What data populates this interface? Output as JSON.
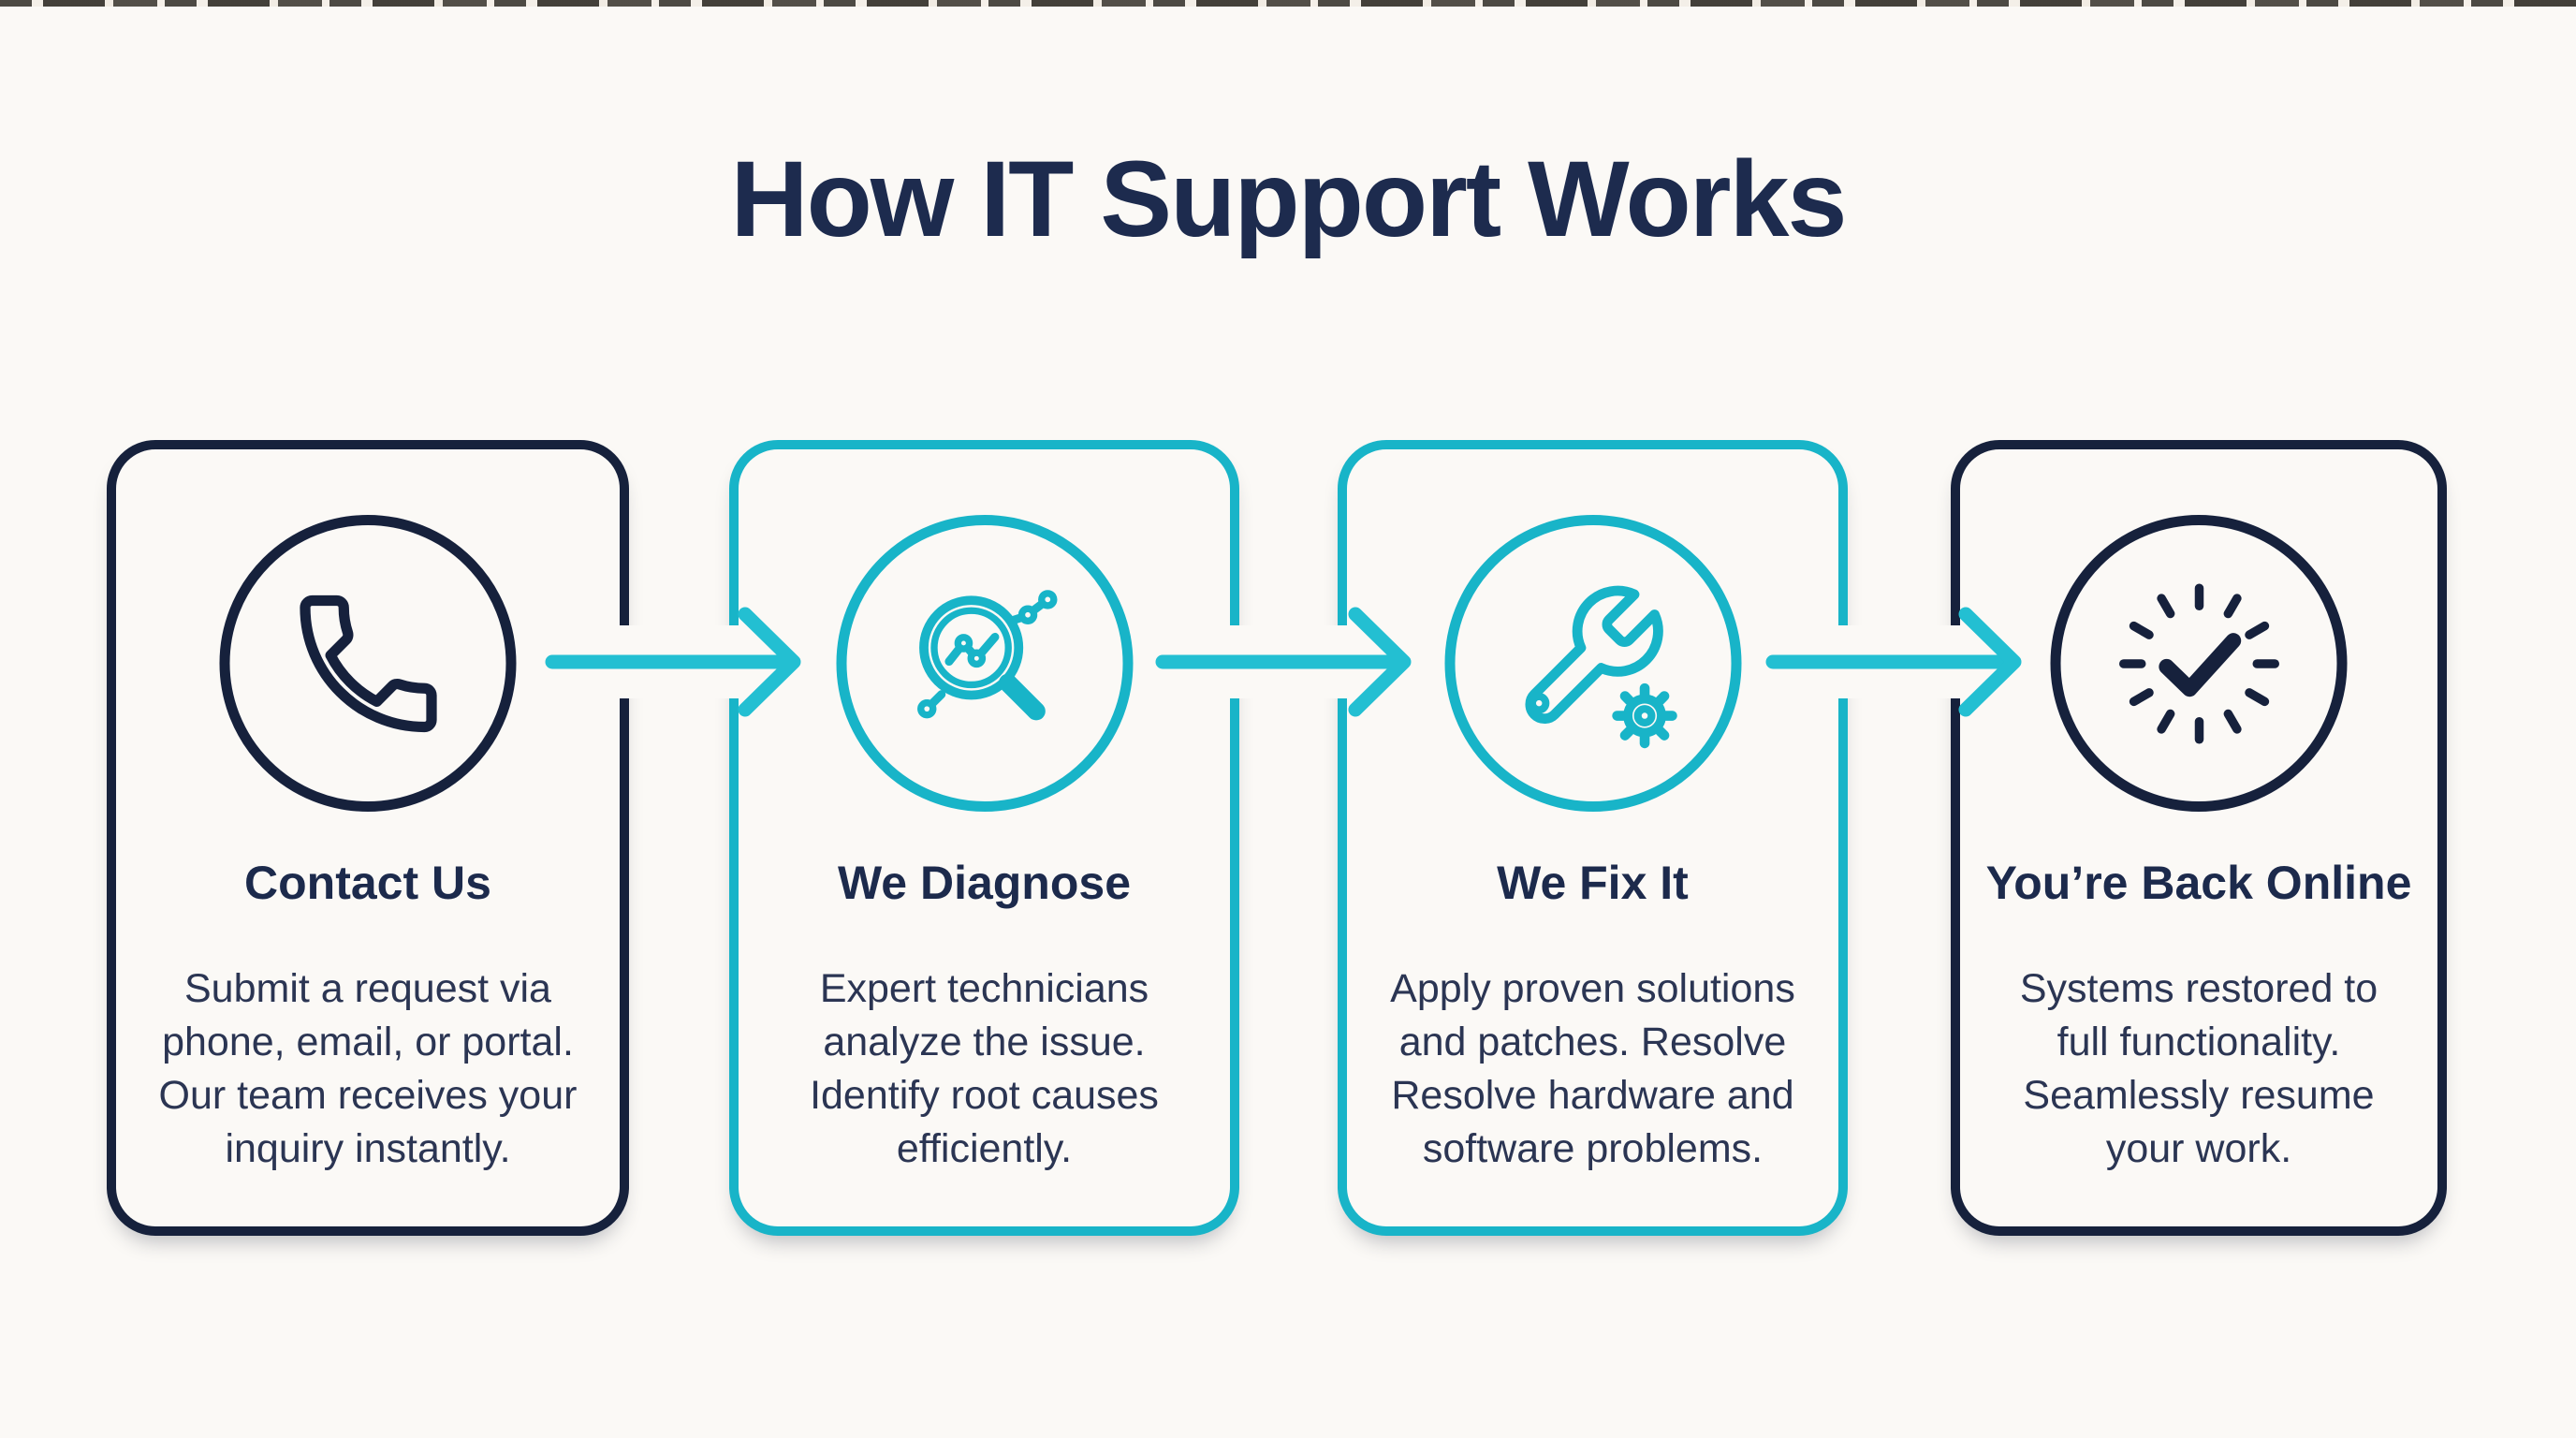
{
  "page": {
    "title": "How IT Support Works",
    "background_color": "#fbf9f6",
    "title_color": "#1d2b4e"
  },
  "colors": {
    "navy": "#16213c",
    "teal": "#18b4c8",
    "arrow_teal": "#23bfd2",
    "heading_text": "#1c2a4c",
    "body_text": "#2b3553"
  },
  "steps": [
    {
      "title": "Contact Us",
      "description_lines": [
        "Submit a request via",
        "phone, email, or portal.",
        "Our team receives your",
        "inquiry instantly."
      ],
      "icon": "phone-icon",
      "accent": "navy"
    },
    {
      "title": "We Diagnose",
      "description_lines": [
        "Expert technicians",
        "analyze the issue.",
        "Identify root causes",
        "efficiently."
      ],
      "icon": "magnifier-chart-icon",
      "accent": "teal"
    },
    {
      "title": "We Fix It",
      "description_lines": [
        "Apply proven solutions",
        "and patches. Resolve",
        "Resolve hardware and",
        "software problems."
      ],
      "icon": "wrench-gear-icon",
      "accent": "teal"
    },
    {
      "title": "You’re Back Online",
      "description_lines": [
        "Systems restored to",
        "full functionality.",
        "Seamlessly resume",
        "your work."
      ],
      "icon": "check-burst-icon",
      "accent": "navy"
    }
  ],
  "connectors": {
    "count": 3,
    "style": "right-arrow",
    "color": "#23bfd2"
  }
}
